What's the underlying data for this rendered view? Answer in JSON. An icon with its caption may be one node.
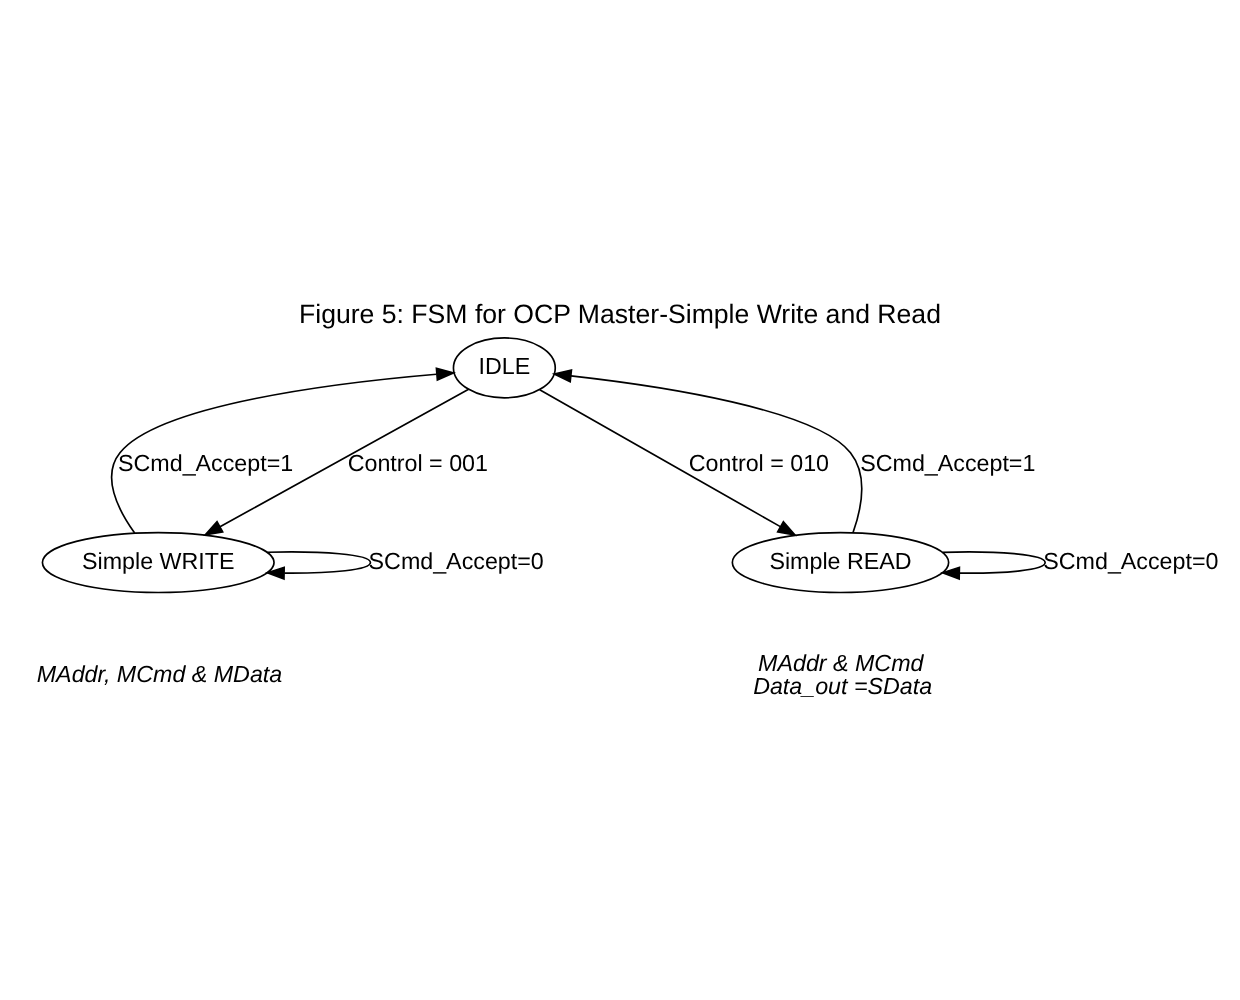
{
  "diagram": {
    "title": "Figure 5: FSM for OCP Master-Simple Write and Read",
    "nodes": [
      {
        "text": [
          "IDLE"
        ]
      },
      {
        "text": [
          "Simple WRITE"
        ],
        "beside": [
          "MAddr, MCmd & MData"
        ]
      },
      {
        "text": [
          "Simple READ"
        ],
        "beside": [
          "MAddr & MCmd",
          "Data_out =SData"
        ]
      }
    ],
    "edges": [
      {
        "from": 0,
        "to": 1,
        "arrow": "to",
        "label": "Control = 001"
      },
      {
        "from": 1,
        "to": 1,
        "arrow": "to",
        "label": "SCmd_Accept=0"
      },
      {
        "from": 1,
        "to": 0,
        "arrow": "to",
        "label": "SCmd_Accept=1"
      },
      {
        "from": 0,
        "to": 2,
        "arrow": "to",
        "label": "Control = 010"
      },
      {
        "from": 2,
        "to": 0,
        "arrow": "to",
        "label": "SCmd_Accept=1"
      },
      {
        "from": 2,
        "to": 2,
        "arrow": "to",
        "label": "SCmd_Accept=0"
      }
    ]
  }
}
